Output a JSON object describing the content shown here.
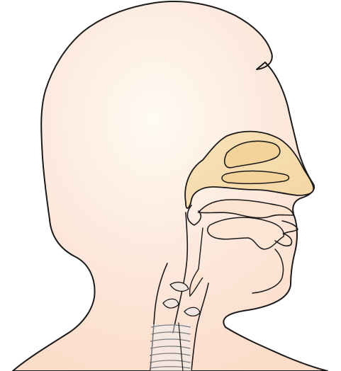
{
  "diagram": {
    "colors": {
      "background": "#ffffff",
      "skin_center": "#fffbf2",
      "skin_mid": "#fde6d8",
      "skin_edge": "#fbdcc8",
      "nasal_cavity": "#f6deb0",
      "nasal_concha": "#f3d39a",
      "outline": "#1a1a1a"
    },
    "parts": [
      "head-silhouette",
      "nasal-cavity",
      "nasal-conchae",
      "hard-palate",
      "soft-palate",
      "tongue",
      "lips",
      "chin",
      "pharynx",
      "epiglottis",
      "larynx",
      "vocal-folds",
      "trachea-rings",
      "esophagus"
    ]
  }
}
